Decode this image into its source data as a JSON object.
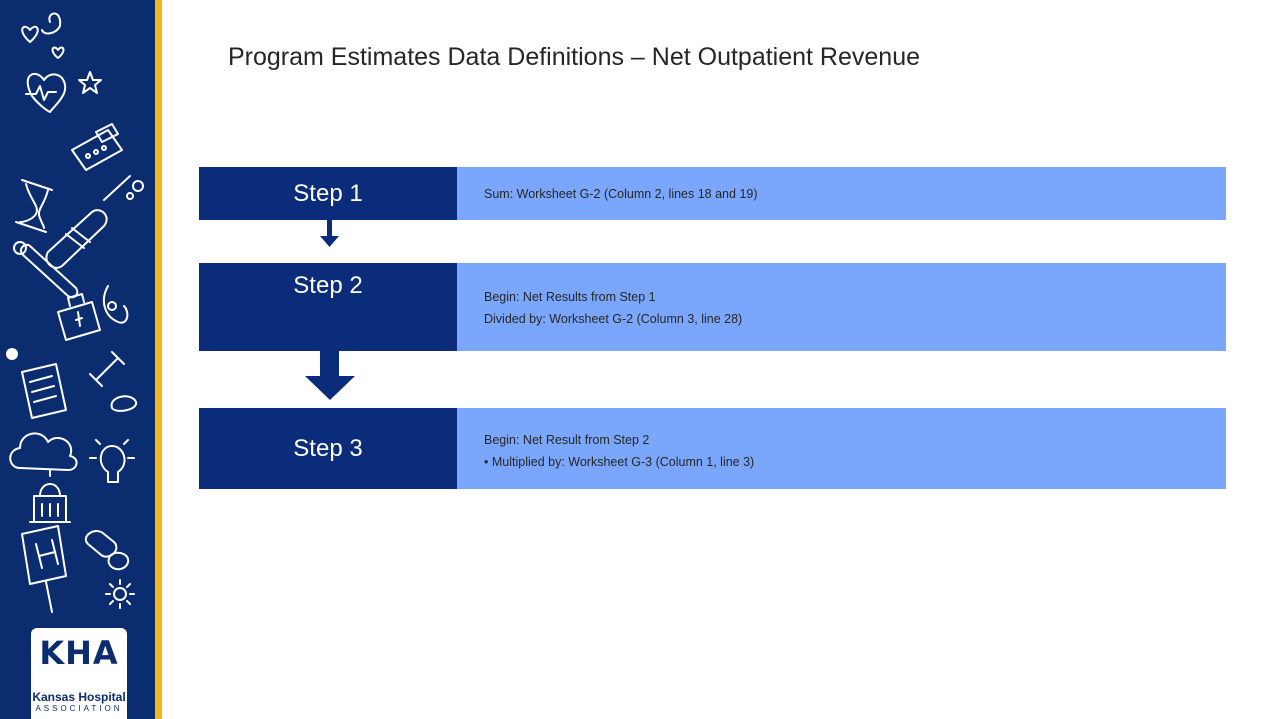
{
  "slide": {
    "title": "Program Estimates Data Definitions – Net Outpatient Revenue"
  },
  "logo": {
    "letters": "KHA",
    "org_name": "Kansas Hospital",
    "org_sub": "ASSOCIATION"
  },
  "steps": [
    {
      "label": "Step 1",
      "lines": [
        "Sum:  Worksheet G-2 (Column 2, lines 18 and 19)"
      ]
    },
    {
      "label": "Step 2",
      "lines": [
        "Begin:  Net Results from Step 1",
        "Divided by: Worksheet G-2 (Column 3, line 28)"
      ]
    },
    {
      "label": "Step 3",
      "lines": [
        "Begin:  Net Result from Step 2",
        "• Multiplied by:  Worksheet G-3 (Column 1, line 3)"
      ]
    }
  ],
  "colors": {
    "sidebar": "#0b2c6f",
    "stripe": "#f2b51c",
    "step_box": "#0b2c7a",
    "desc_box": "#7aa7fb"
  },
  "icons": [
    "hearts-icon",
    "heart-monitor-icon",
    "star-icon",
    "card-reader-icon",
    "hourglass-icon",
    "bandage-icon",
    "thermometer-icon",
    "first-aid-kit-icon",
    "stethoscope-icon",
    "clipboard-icon",
    "gavel-icon",
    "cloud-icon",
    "lightbulb-icon",
    "capitol-building-icon",
    "hospital-sign-icon",
    "pills-icon",
    "sun-icon"
  ]
}
